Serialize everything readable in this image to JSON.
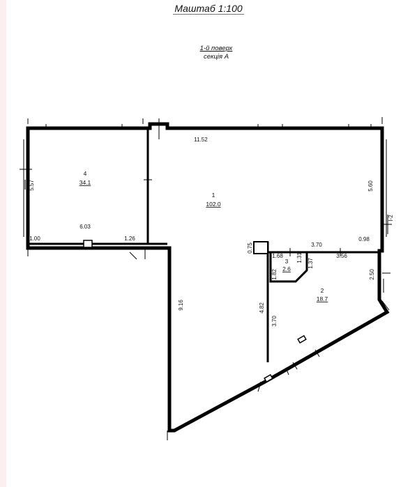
{
  "header": {
    "scale_label": "Маштаб  1:100"
  },
  "floor": {
    "level": "1-й поверх",
    "section": "секція А"
  },
  "rooms": [
    {
      "number": "1",
      "area": "102.0"
    },
    {
      "number": "2",
      "area": "18.7"
    },
    {
      "number": "3",
      "area": "2.6"
    },
    {
      "number": "4",
      "area": "34.1"
    }
  ],
  "dimensions": {
    "top_width": "11.52",
    "left_height": "5.57",
    "right_height": "5.60",
    "room4_width": "6.03",
    "left_bottom_a": "1.00",
    "left_bottom_b": "1.26",
    "corridor_height": "9.16",
    "r2_top": "3.70",
    "r2_right_top": "0.98",
    "r2_right": "2.50",
    "r2_inner_width": "3.56",
    "r2_left_small": "0.75",
    "r3_top": "1.68",
    "r3_right": "1.31",
    "r3_right_b": "1.37",
    "r3_left": "1.82",
    "r2_left": "4.82",
    "r2_left_b": "3.70"
  },
  "section_marker": "I-2"
}
